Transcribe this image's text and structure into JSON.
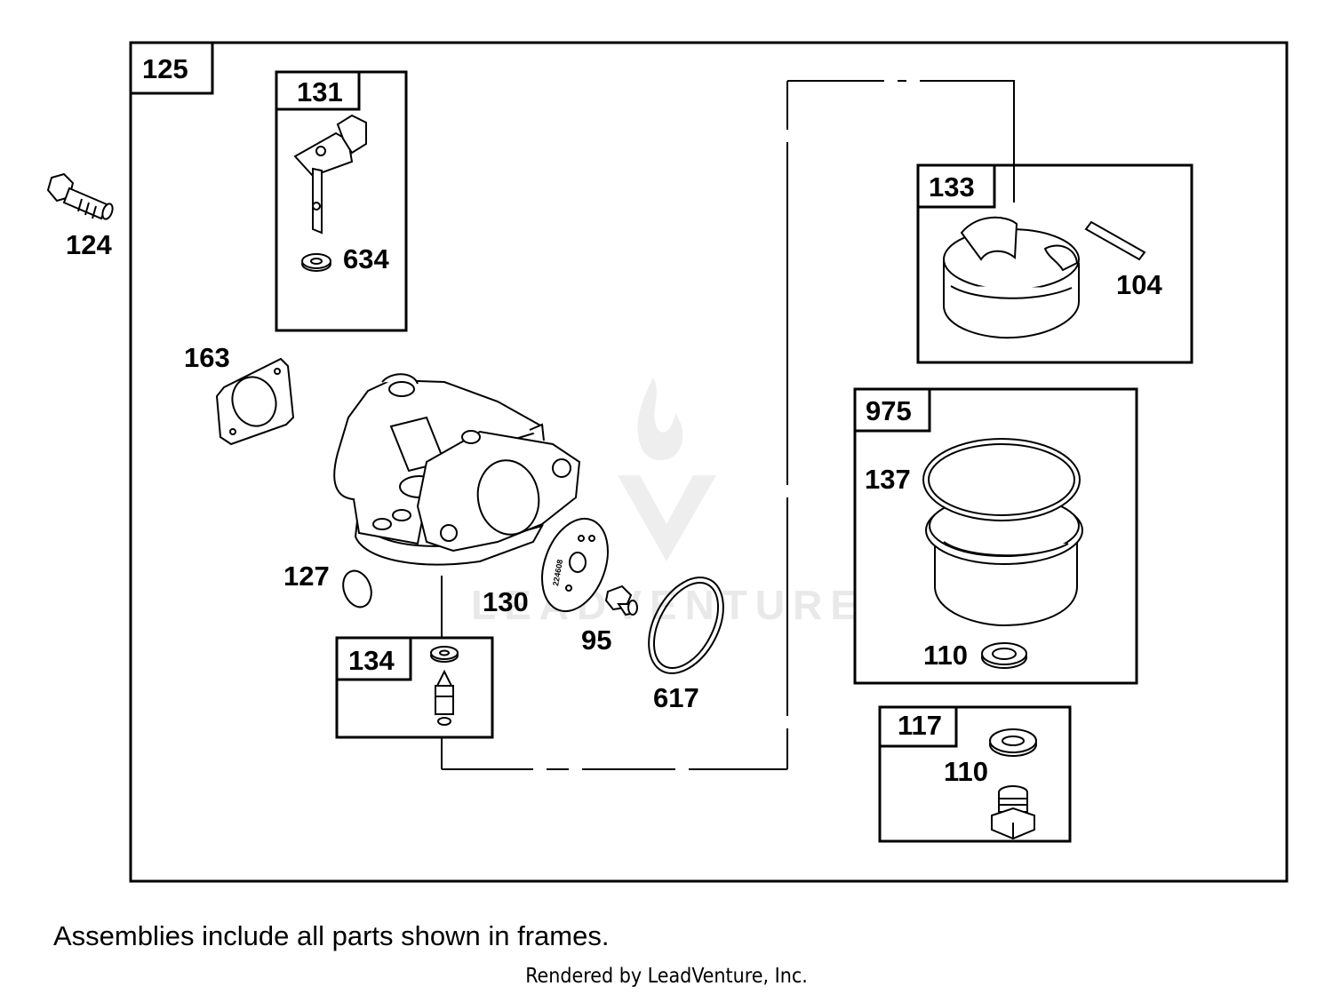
{
  "diagram": {
    "frames": {
      "main": "125",
      "choke": "131",
      "bowl_upper": "133",
      "bowl": "975",
      "needle": "134",
      "drain": "117"
    },
    "parts": {
      "bolt": "124",
      "choke_shaft_washer": "634",
      "gasket": "163",
      "welch_plug": "127",
      "pump_disc": "130",
      "disc_code": "224608",
      "jet_screw": "95",
      "bowl_gasket": "617",
      "pin": "104",
      "float": "137",
      "bowl_washer": "110",
      "drain_washer": "110"
    },
    "watermark": "LEADVENTURE"
  },
  "footer": {
    "note": "Assemblies include all parts shown in frames.",
    "credit": "Rendered by LeadVenture, Inc."
  }
}
